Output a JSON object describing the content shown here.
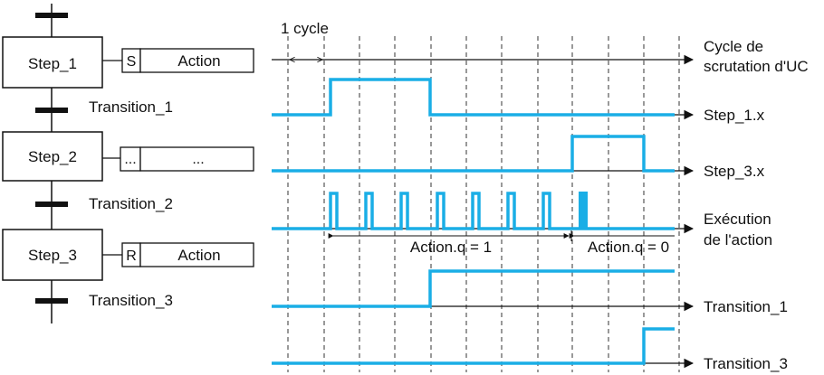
{
  "colors": {
    "signal": "#1aaee6",
    "line": "#111111",
    "dash": "#333333"
  },
  "sfc": {
    "steps": [
      {
        "label": "Step_1",
        "qualifier": "S",
        "action": "Action"
      },
      {
        "label": "Step_2",
        "qualifier": "...",
        "action": "..."
      },
      {
        "label": "Step_3",
        "qualifier": "R",
        "action": "Action"
      }
    ],
    "transitions": [
      "Transition_1",
      "Transition_2",
      "Transition_3"
    ]
  },
  "timing": {
    "cycle_label": "1 cycle",
    "signals": [
      {
        "label": "Cycle de scrutation d'UC",
        "lines": [
          "Cycle de",
          "scrutation d'UC"
        ]
      },
      {
        "label": "Step_1.x",
        "lines": [
          "Step_1.x"
        ]
      },
      {
        "label": "Step_3.x",
        "lines": [
          "Step_3.x"
        ]
      },
      {
        "label": "Exécution de l'action",
        "lines": [
          "Exécution",
          "de l'action"
        ]
      },
      {
        "label": "Transition_1",
        "lines": [
          "Transition_1"
        ]
      },
      {
        "label": "Transition_3",
        "lines": [
          "Transition_3"
        ]
      }
    ],
    "annotations": {
      "action_on": "Action.q = 1",
      "action_off": "Action.q = 0"
    }
  }
}
